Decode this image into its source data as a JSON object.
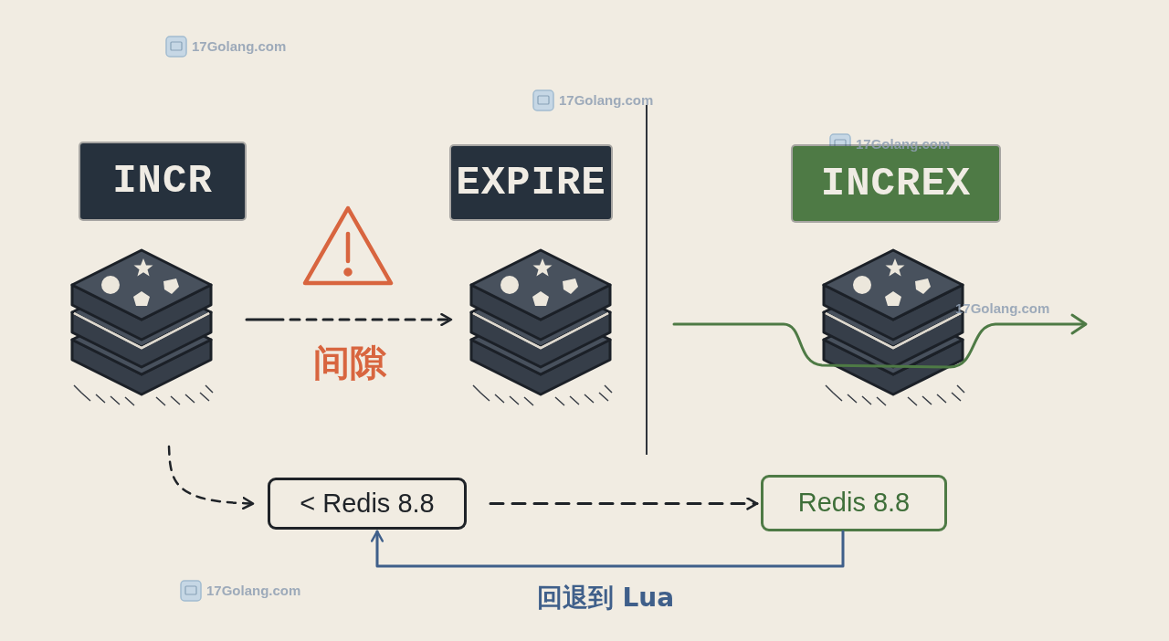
{
  "diagram": {
    "nodes": [
      {
        "text": [
          "INCR"
        ]
      },
      {
        "text": [
          "EXPIRE"
        ]
      },
      {
        "text": [
          "INCREX"
        ]
      },
      {
        "text": [
          "< Redis 8.8"
        ]
      },
      {
        "text": [
          "Redis 8.8"
        ]
      }
    ],
    "edges": [
      {
        "from": 0,
        "to": 1,
        "label": "间隙",
        "arrow": "to"
      },
      {
        "from": 3,
        "to": 4,
        "arrow": "to"
      },
      {
        "from": 4,
        "to": 3,
        "label": "回退到 Lua",
        "arrow": "to"
      },
      {
        "from": 0,
        "to": 3,
        "arrow": "to"
      }
    ],
    "labels": [
      "17Golang.com",
      "17Golang.com",
      "17Golang.com",
      "17Golang.com",
      "17Golang.com"
    ]
  }
}
